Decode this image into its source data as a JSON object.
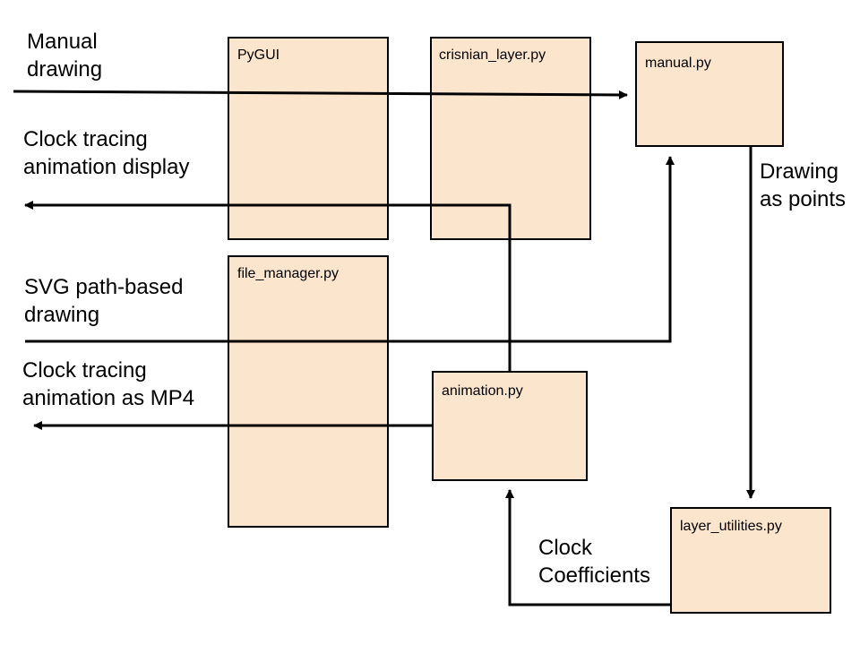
{
  "modules": {
    "pygui": "PyGUI",
    "crisnian_layer": "crisnian_layer.py",
    "manual": "manual.py",
    "file_manager": "file_manager.py",
    "animation": "animation.py",
    "layer_utilities": "layer_utilities.py"
  },
  "flows": {
    "manual_drawing": [
      "Manual",
      "drawing"
    ],
    "clock_tracing_display": [
      "Clock tracing",
      "animation display"
    ],
    "svg_drawing": [
      "SVG path-based",
      "drawing"
    ],
    "clock_tracing_mp4": [
      "Clock tracing",
      "animation as MP4"
    ],
    "drawing_as_points": [
      "Drawing",
      "as points"
    ],
    "clock_coefficients": [
      "Clock",
      "Coefficients"
    ]
  },
  "colors": {
    "box_fill": "#fce5cd",
    "stroke": "#000000"
  }
}
